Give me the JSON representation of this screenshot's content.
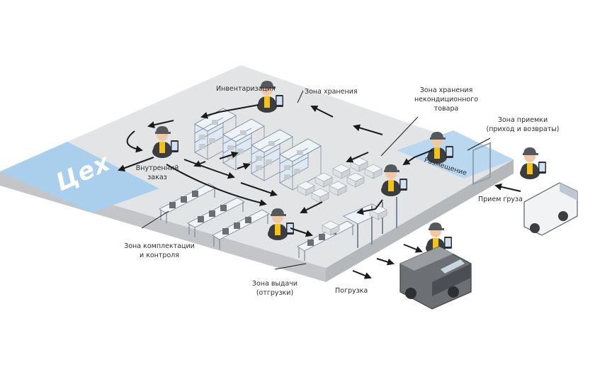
{
  "labels": {
    "zone_storage": "Зона хранения",
    "inventory": "Инвентаризация",
    "zone_noncond_1": "Зона хранения",
    "zone_noncond_2": "некондиционного",
    "zone_noncond_3": "товара",
    "zone_receiving_1": "Зона приемки",
    "zone_receiving_2": "(приход и возвраты)",
    "placement": "Размещение",
    "workshop": "Цех",
    "internal_order_1": "Внутренний",
    "internal_order_2": "заказ",
    "cargo_receipt": "Прием груза",
    "zone_picking_1": "Зона комплектации",
    "zone_picking_2": "и контроля",
    "zone_dispatch_1": "Зона выдачи",
    "zone_dispatch_2": "(отгрузки)",
    "loading": "Погрузка"
  },
  "colors": {
    "floor_top": "#e3e4e6",
    "floor_side": "#c3c5c8",
    "zone_blue": "#b9d8ef",
    "workshop_blue": "#a9cfec",
    "uniform_yellow": "#f3c317",
    "dark": "#3b3d40",
    "truck_white": "#f2f3f4",
    "truck_dark": "#5c5f63"
  }
}
